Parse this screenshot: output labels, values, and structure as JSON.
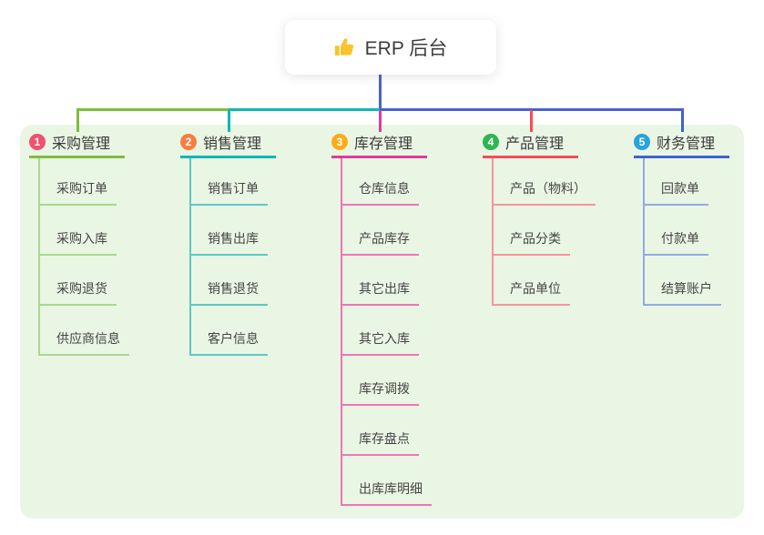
{
  "root": {
    "title": "ERP 后台",
    "icon": "thumbs-up-icon",
    "icon_color": "#f7c52b"
  },
  "colors": {
    "panel_background": "#eaf6e4",
    "trunk_line": "#4a61ce",
    "root_text": "#3d3d3d"
  },
  "branches": [
    {
      "badge": "1",
      "label": "采购管理",
      "badge_color": "#f0516e",
      "line_color": "#7cbe3b",
      "child_line_color": "#a9d88d",
      "children": [
        "采购订单",
        "采购入库",
        "采购退货",
        "供应商信息"
      ]
    },
    {
      "badge": "2",
      "label": "销售管理",
      "badge_color": "#f97d3e",
      "line_color": "#13b7b1",
      "child_line_color": "#5cc9c4",
      "children": [
        "销售订单",
        "销售出库",
        "销售退货",
        "客户信息"
      ]
    },
    {
      "badge": "3",
      "label": "库存管理",
      "badge_color": "#fbac1b",
      "line_color": "#de3c99",
      "child_line_color": "#f173b7",
      "children": [
        "仓库信息",
        "产品库存",
        "其它出库",
        "其它入库",
        "库存调拨",
        "库存盘点",
        "出库库明细"
      ]
    },
    {
      "badge": "4",
      "label": "产品管理",
      "badge_color": "#2eb553",
      "line_color": "#f94b57",
      "child_line_color": "#f9939b",
      "children": [
        "产品（物料）",
        "产品分类",
        "产品单位"
      ]
    },
    {
      "badge": "5",
      "label": "财务管理",
      "badge_color": "#28a3dc",
      "line_color": "#3e63d4",
      "child_line_color": "#93a9e6",
      "children": [
        "回款单",
        "付款单",
        "结算账户"
      ]
    }
  ]
}
